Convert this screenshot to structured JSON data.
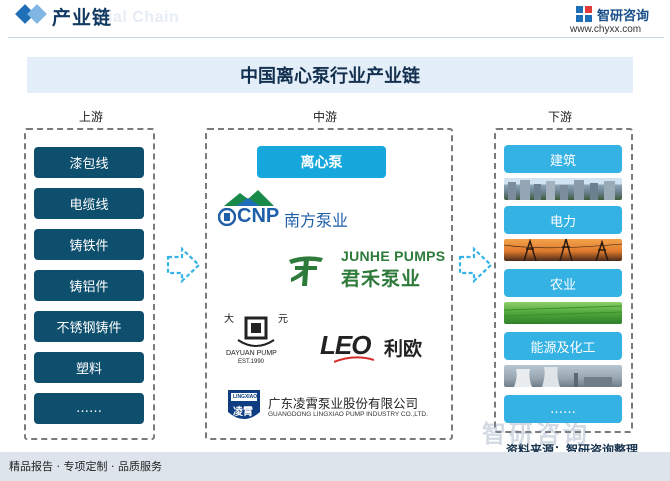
{
  "header": {
    "title": "产业链",
    "watermark_text": "ial Chain",
    "brand_name": "智研咨询",
    "brand_url": "www.chyxx.com"
  },
  "banner": {
    "title": "中国离心泵行业产业链"
  },
  "columns": {
    "upstream": "上游",
    "midstream": "中游",
    "downstream": "下游"
  },
  "upstream": {
    "items": [
      "漆包线",
      "电缆线",
      "铸铁件",
      "铸铝件",
      "不锈钢铸件",
      "塑料",
      "……"
    ]
  },
  "midstream": {
    "head": "离心泵",
    "companies": {
      "cnp": {
        "mark": "CNP",
        "name": "南方泵业"
      },
      "junhe": {
        "en": "JUNHE PUMPS",
        "cn": "君禾泵业"
      },
      "dayuan": {
        "cn_left": "大",
        "cn_right": "元",
        "en": "DAYUAN PUMP",
        "est": "EST.1990"
      },
      "leo": {
        "en": "LEO",
        "cn": "利欧"
      },
      "lingxiao": {
        "badge": "凌霄",
        "badge_top": "LINGXIAO",
        "cn": "广东凌霄泵业股份有限公司",
        "en": "GUANGDONG LINGXIAO PUMP INDUSTRY CO.,LTD."
      }
    }
  },
  "downstream": {
    "items": [
      "建筑",
      "电力",
      "农业",
      "能源及化工",
      "……"
    ]
  },
  "footer": {
    "services": "精品报告 · 专项定制 · 品质服务",
    "source": "资料来源：智研咨询整理",
    "watermark": "智研咨询"
  },
  "colors": {
    "upstream_bg": "#0e4f6e",
    "mid_head_bg": "#16a8dc",
    "downstream_bg": "#34b2e4",
    "banner_bg": "#e3eef8",
    "arrow": "#36b3e6"
  }
}
